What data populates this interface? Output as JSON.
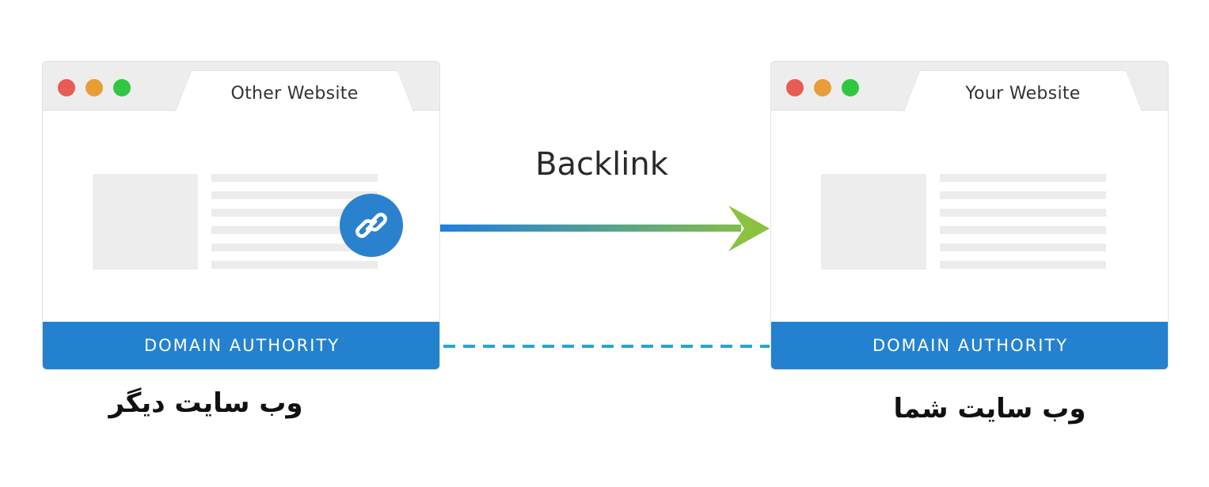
{
  "colors": {
    "accent_blue": "#2481cf",
    "arrow_start": "#1f7fe0",
    "arrow_end": "#8bc23f",
    "dashed_line": "#2aa3d4",
    "dot_red": "#e95b55",
    "dot_orange": "#e99d38",
    "dot_green": "#31c642"
  },
  "left_browser": {
    "tab_title": "Other Website",
    "footer": "DOMAIN AUTHORITY",
    "caption": "وب سایت دیگر",
    "badge_icon": "link-icon"
  },
  "right_browser": {
    "tab_title": "Your Website",
    "footer": "DOMAIN AUTHORITY",
    "caption": "وب سایت شما"
  },
  "connector": {
    "label": "Backlink"
  }
}
